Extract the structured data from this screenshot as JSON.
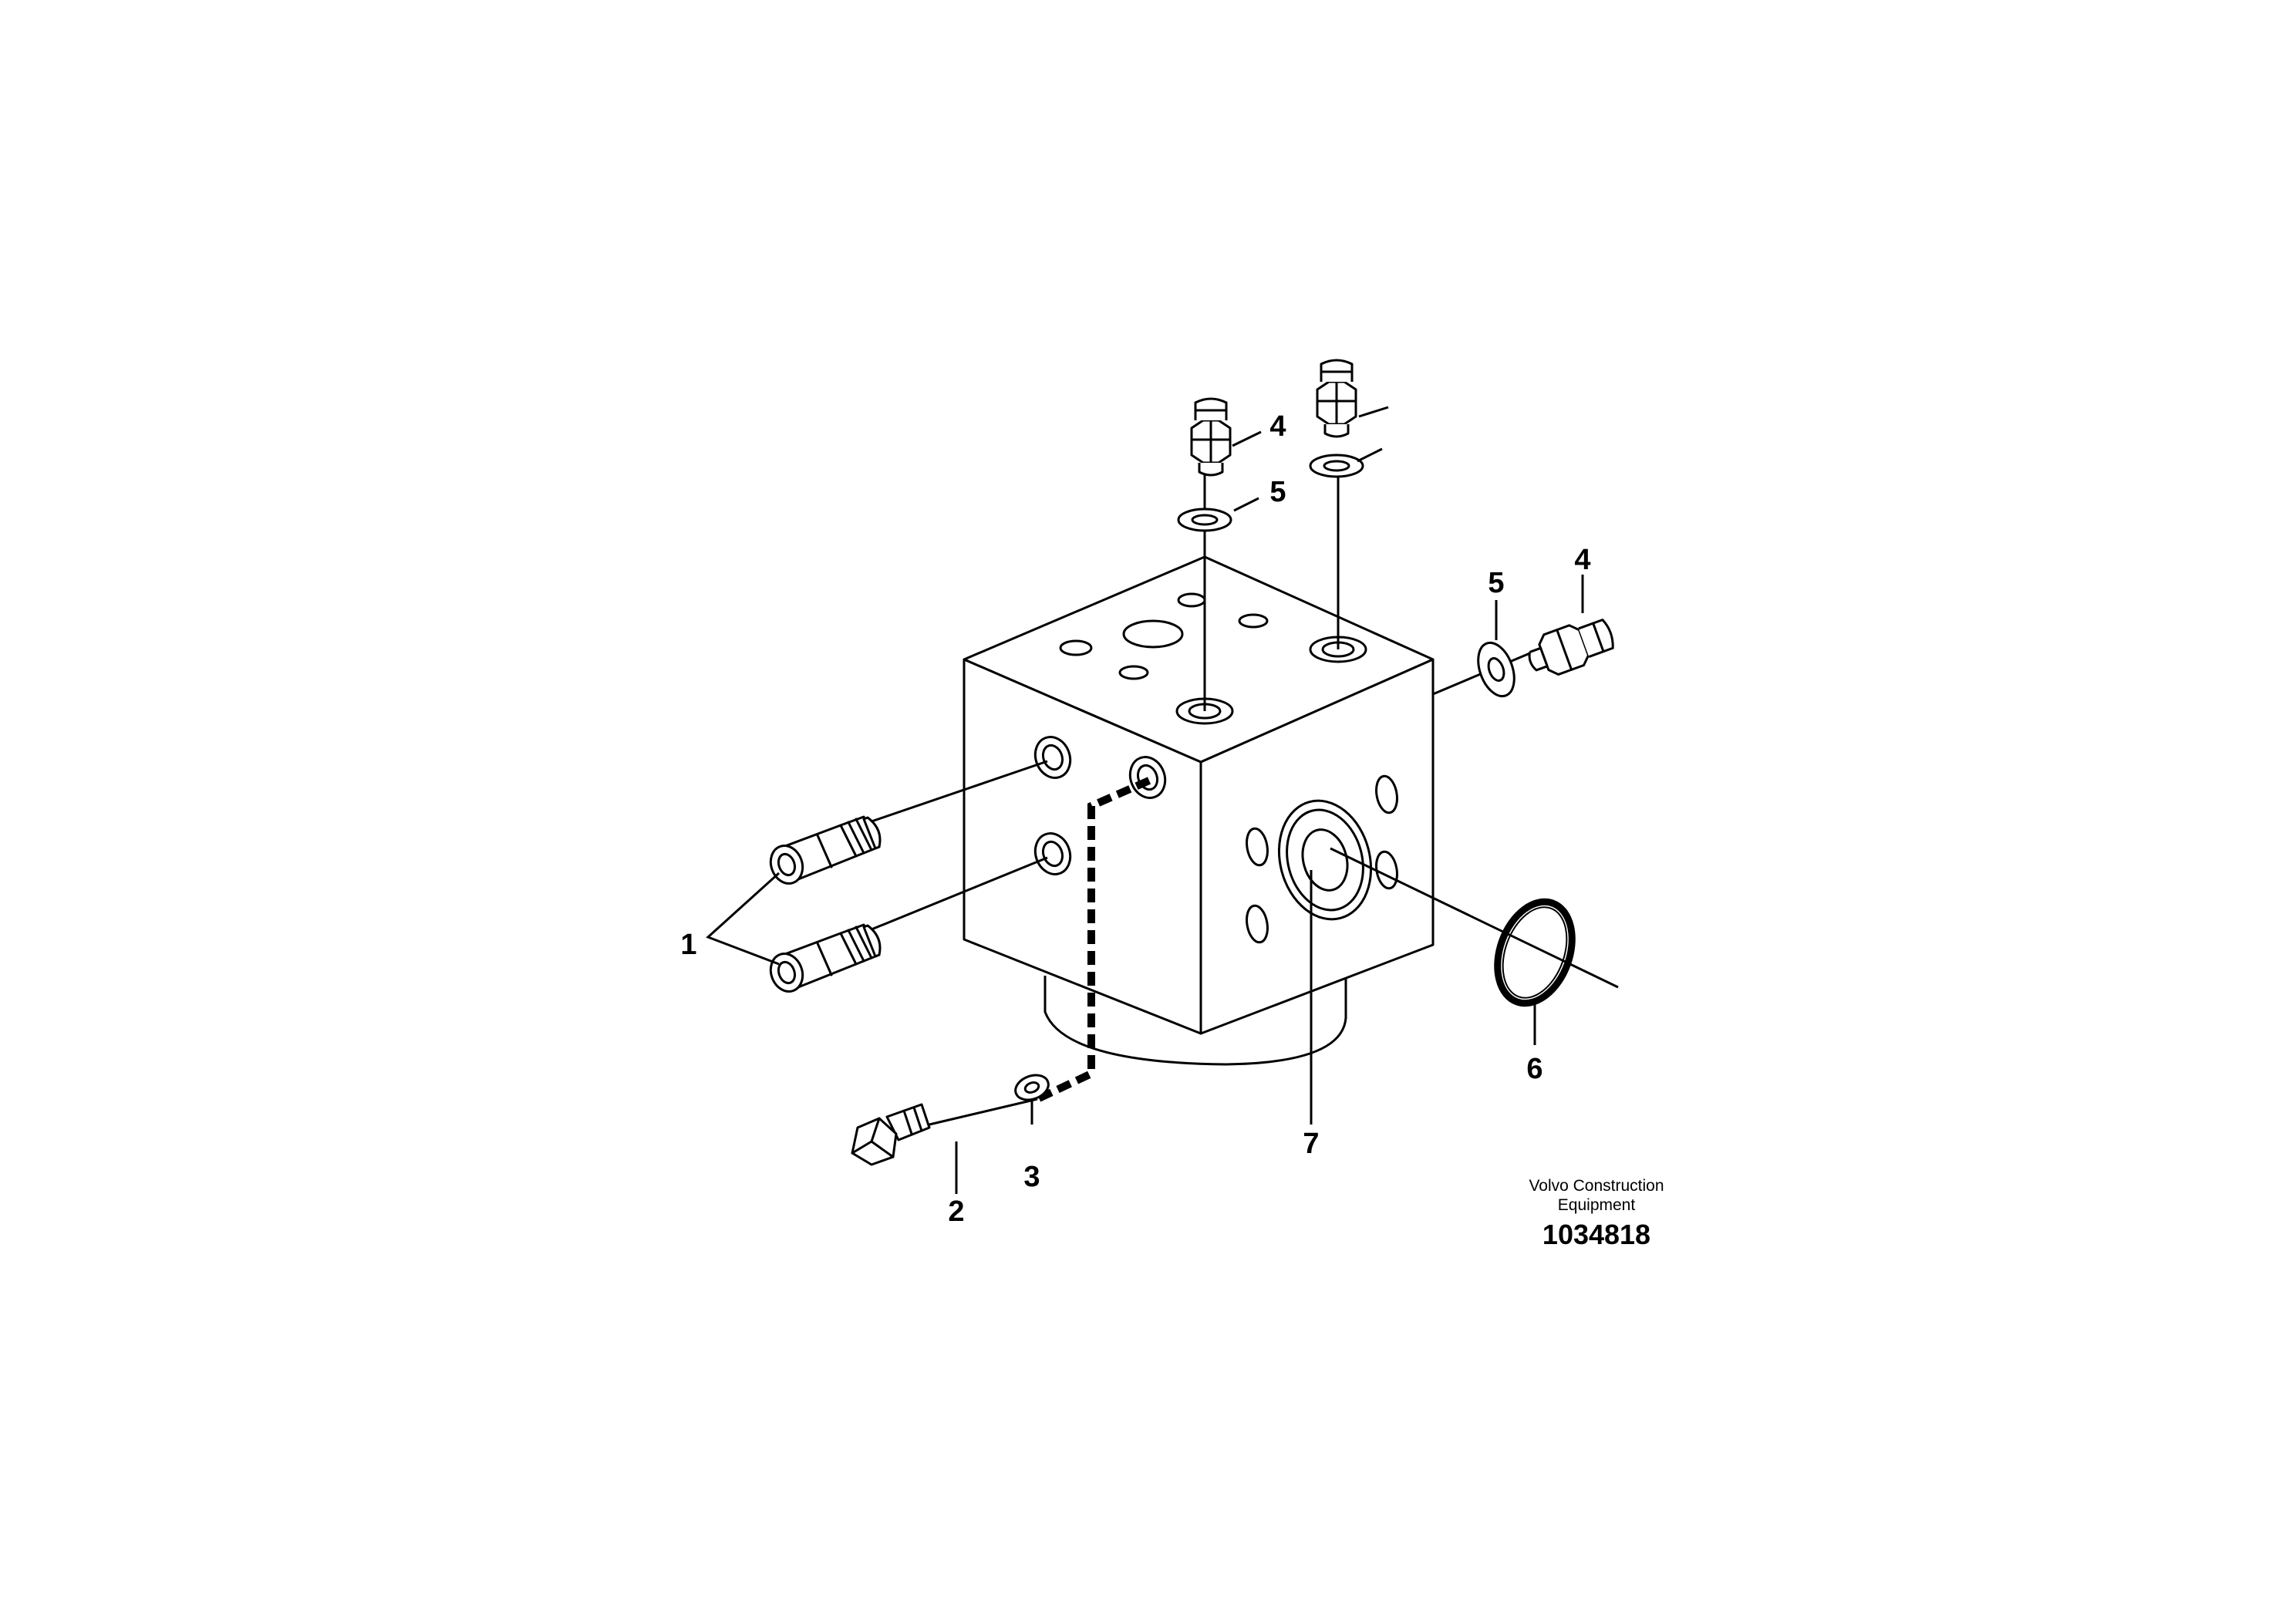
{
  "callouts": {
    "c1": "1",
    "c2": "2",
    "c3": "3",
    "c4_top": "4",
    "c4_right": "4",
    "c5_top": "5",
    "c5_right": "5",
    "c6": "6",
    "c7": "7"
  },
  "credit": {
    "line1": "Volvo Construction",
    "line2": "Equipment",
    "number": "1034818"
  }
}
